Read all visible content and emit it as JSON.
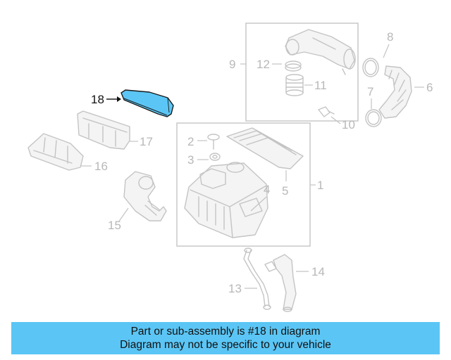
{
  "callouts": {
    "c1": "1",
    "c2": "2",
    "c3": "3",
    "c4": "4",
    "c5": "5",
    "c6": "6",
    "c7": "7",
    "c8": "8",
    "c9": "9",
    "c10": "10",
    "c11": "11",
    "c12": "12",
    "c13": "13",
    "c14": "14",
    "c15": "15",
    "c16": "16",
    "c17": "17",
    "c18": "18"
  },
  "highlighted_part": "18",
  "colors": {
    "highlight": "#5bc6f5",
    "banner": "#5bc6f5",
    "line_art": "#c4c4c4"
  },
  "banner": {
    "line1": "Part or sub-assembly is #18 in diagram",
    "line2": "Diagram may not be specific to your vehicle"
  }
}
